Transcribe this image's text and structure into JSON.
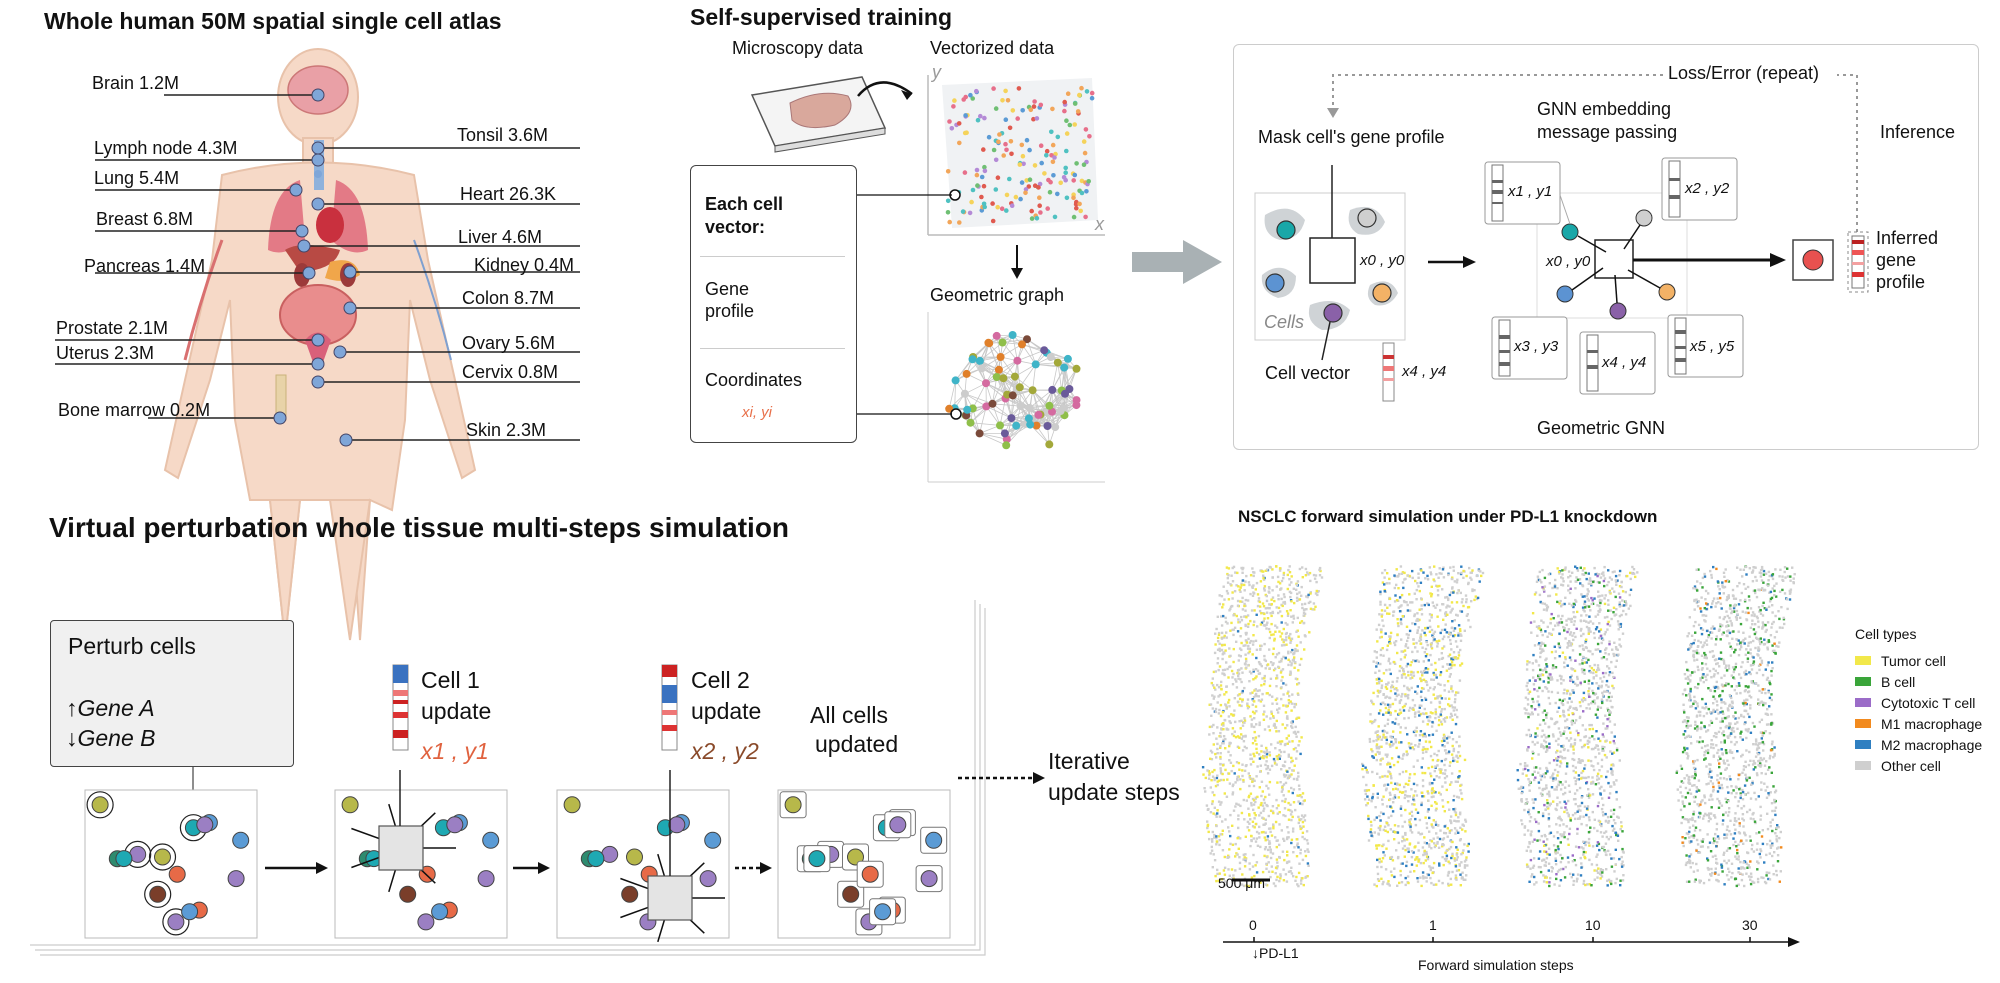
{
  "panel_a": {
    "title": "Whole human 50M spatial single cell atlas",
    "organs": [
      {
        "label": "Brain 1.2M"
      },
      {
        "label": "Lymph node 4.3M"
      },
      {
        "label": "Lung 5.4M"
      },
      {
        "label": "Breast 6.8M"
      },
      {
        "label": "Pancreas 1.4M"
      },
      {
        "label": "Prostate 2.1M"
      },
      {
        "label": "Uterus 2.3M"
      },
      {
        "label": "Bone marrow 0.2M"
      },
      {
        "label": "Tonsil 3.6M"
      },
      {
        "label": "Heart 26.3K"
      },
      {
        "label": "Liver 4.6M"
      },
      {
        "label": "Kidney 0.4M"
      },
      {
        "label": "Colon 8.7M"
      },
      {
        "label": "Ovary 5.6M"
      },
      {
        "label": "Cervix 0.8M"
      },
      {
        "label": "Skin 2.3M"
      }
    ]
  },
  "panel_b": {
    "title": "Self-supervised training",
    "microscopy_label": "Microscopy data",
    "vectorized_label": "Vectorized data",
    "axis_y": "y",
    "axis_x": "x",
    "geometric_graph_label": "Geometric graph",
    "cell_vector_title": "Each cell vector:",
    "gene_profile_label": "Gene profile",
    "coordinates_label": "Coordinates",
    "coordinates_value": "xi, yi"
  },
  "panel_c": {
    "loss_label": "Loss/Error (repeat)",
    "inference_label": "Inference",
    "mask_label": "Mask cell's gene profile",
    "gnn_label_1": "GNN embedding",
    "gnn_label_2": "message passing",
    "cells_label": "Cells",
    "cell_vector_label": "Cell vector",
    "x0y0": "x0 , y0",
    "x4y4": "x4 , y4",
    "x1y1": "x1 , y1",
    "x2y2": "x2 , y2",
    "x3y3": "x3 , y3",
    "x5y5": "x5 , y5",
    "inferred_label": "Inferred gene profile",
    "geometric_gnn_label": "Geometric GNN"
  },
  "panel_d": {
    "title": "Virtual perturbation whole tissue multi-steps simulation",
    "perturb_title": "Perturb cells",
    "gene_a": "Gene A",
    "gene_b": "Gene B",
    "cell1_update_1": "Cell 1",
    "cell1_update_2": "update",
    "cell1_coord": "x1 , y1",
    "cell2_update_1": "Cell 2",
    "cell2_update_2": "update",
    "cell2_coord": "x2 , y2",
    "all_cells_1": "All cells",
    "all_cells_2": "updated",
    "iterative_1": "Iterative",
    "iterative_2": "update steps"
  },
  "panel_e": {
    "title": "NSCLC forward simulation under PD-L1 knockdown",
    "scale_bar": "500 μm",
    "steps": [
      "0",
      "1",
      "10",
      "30"
    ],
    "pdl1_label": "↓PD-L1",
    "axis_label": "Forward simulation steps",
    "legend_title": "Cell types",
    "legend": [
      {
        "label": "Tumor cell",
        "color": "#f2e84a"
      },
      {
        "label": "B cell",
        "color": "#3aa53a"
      },
      {
        "label": "Cytotoxic T cell",
        "color": "#9b6cc8"
      },
      {
        "label": "M1 macrophage",
        "color": "#f28a1e"
      },
      {
        "label": "M2 macrophage",
        "color": "#2f7fc1"
      },
      {
        "label": "Other cell",
        "color": "#cfcfcf"
      }
    ]
  }
}
